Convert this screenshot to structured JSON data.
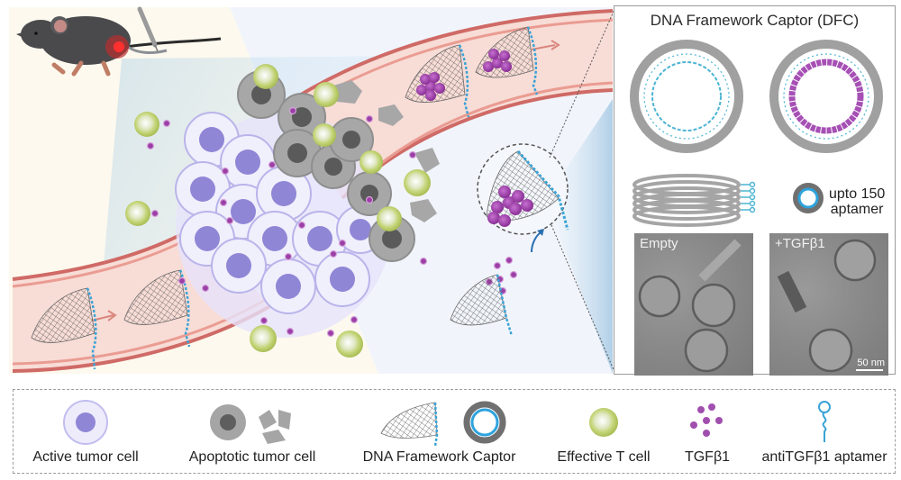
{
  "figure": {
    "panel": {
      "title": "DNA Framework Captor (DFC)",
      "capacity_label_line1": "upto 150",
      "capacity_label_line2": "aptamer",
      "tem_images": [
        {
          "label": "Empty"
        },
        {
          "label": "+TGFβ1",
          "scale_bar": "50 nm"
        }
      ]
    },
    "legend": {
      "items": [
        {
          "label": "Active tumor cell",
          "icon": "active-tumor-cell-icon"
        },
        {
          "label": "Apoptotic tumor cell",
          "icon": "apoptotic-tumor-cell-icon"
        },
        {
          "label": "DNA Framework Captor",
          "icon": "dna-framework-captor-icon"
        },
        {
          "label": "Effective T cell",
          "icon": "t-cell-icon"
        },
        {
          "label": "TGFβ1",
          "icon": "tgfb1-icon"
        },
        {
          "label": "antiTGFβ1 aptamer",
          "icon": "aptamer-icon"
        }
      ]
    },
    "colors": {
      "tumor_nucleus": "#8f86d6",
      "tumor_membrane": "#e8e6fb",
      "apoptotic": "#a5a5a5",
      "tgfb1": "#9b3fa6",
      "t_cell": "#c3d67a",
      "aptamer": "#3aa3d6",
      "vessel": "#cf6a66",
      "vessel_lumen": "#f8dcd6"
    }
  }
}
